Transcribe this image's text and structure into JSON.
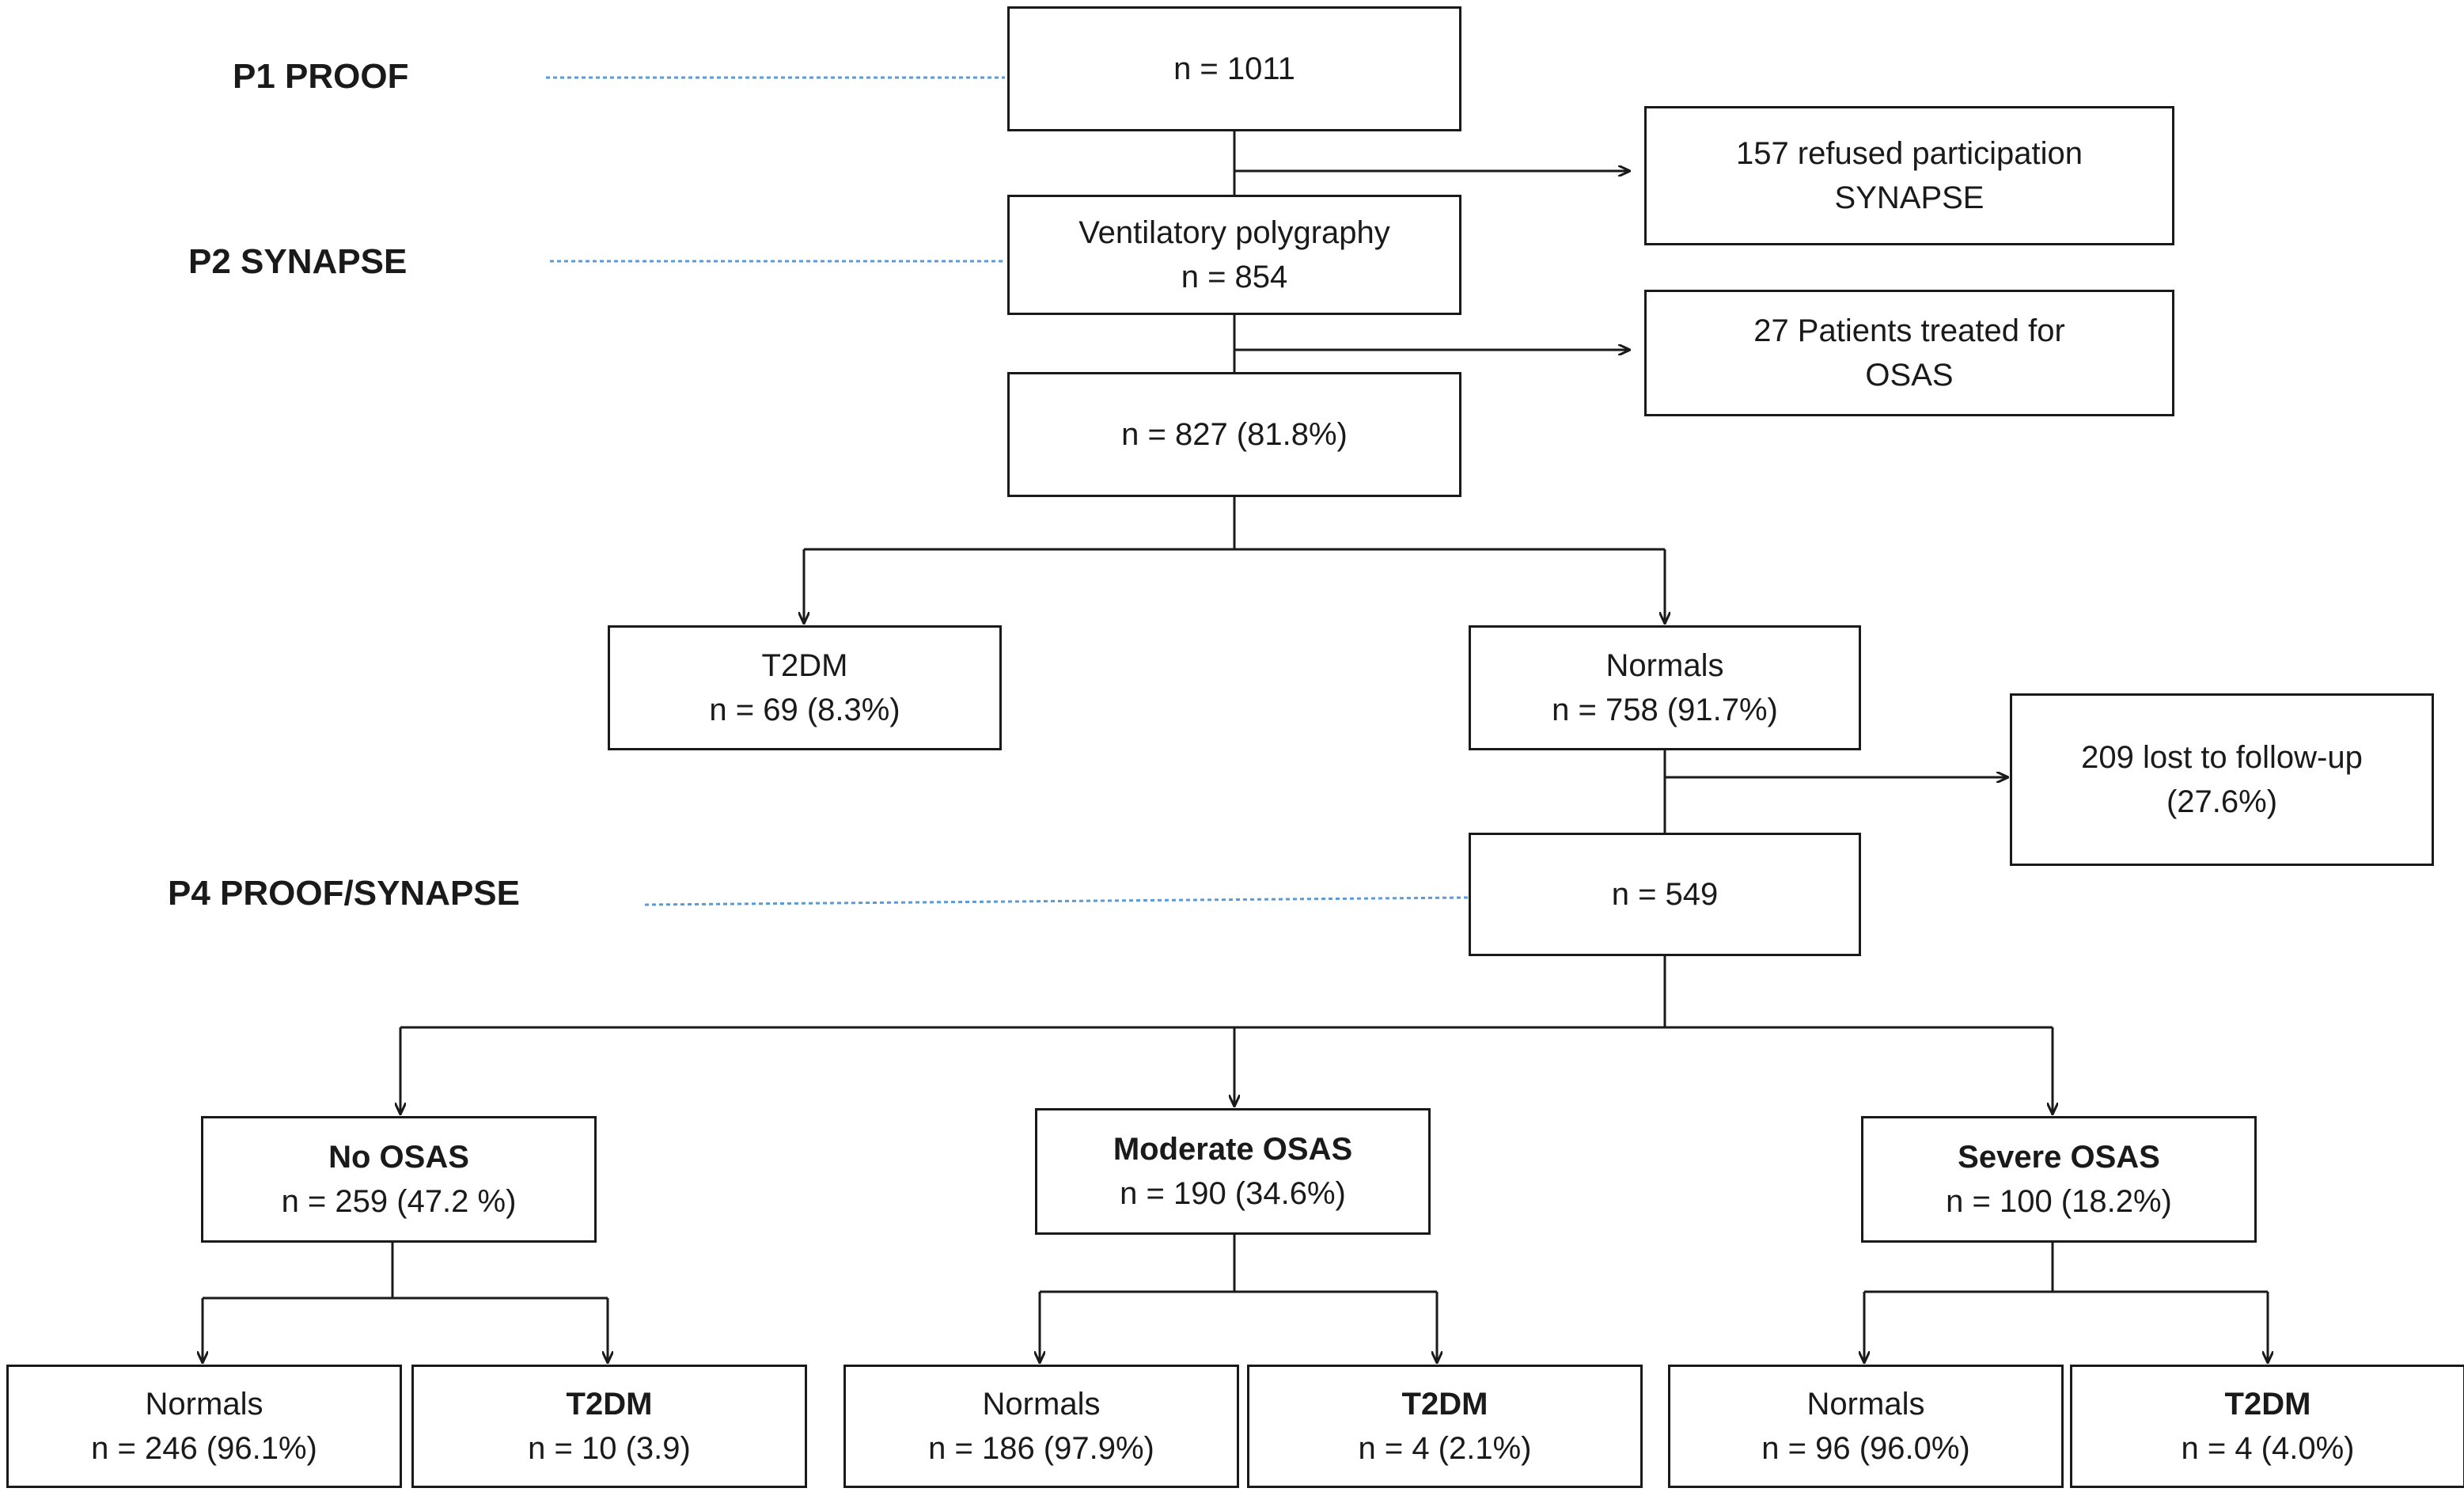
{
  "phases": {
    "p1": "P1 PROOF",
    "p2": "P2 SYNAPSE",
    "p4": "P4 PROOF/SYNAPSE"
  },
  "boxes": {
    "start": {
      "line1": "n = 1011"
    },
    "refused": {
      "line1": "157 refused participation",
      "line2": "SYNAPSE"
    },
    "polygraphy": {
      "line1": "Ventilatory polygraphy",
      "line2": "n = 854"
    },
    "treated": {
      "line1": "27 Patients treated for",
      "line2": "OSAS"
    },
    "included": {
      "line1": "n = 827 (81.8%)"
    },
    "t2dm_baseline": {
      "line1": "T2DM",
      "line2": "n = 69 (8.3%)"
    },
    "normals_baseline": {
      "line1": "Normals",
      "line2": "n = 758 (91.7%)"
    },
    "lost": {
      "line1": "209 lost to follow-up",
      "line2": "(27.6%)"
    },
    "followup": {
      "line1": "n = 549"
    },
    "no_osas": {
      "line1": "No OSAS",
      "line2": "n = 259 (47.2 %)"
    },
    "moderate_osas": {
      "line1": "Moderate OSAS",
      "line2": "n = 190 (34.6%)"
    },
    "severe_osas": {
      "line1": "Severe OSAS",
      "line2": "n = 100 (18.2%)"
    },
    "no_osas_normals": {
      "line1": "Normals",
      "line2": "n = 246 (96.1%)"
    },
    "no_osas_t2dm": {
      "line1": "T2DM",
      "line2": "n = 10 (3.9)"
    },
    "moderate_normals": {
      "line1": "Normals",
      "line2": "n = 186 (97.9%)"
    },
    "moderate_t2dm": {
      "line1": "T2DM",
      "line2": "n = 4 (2.1%)"
    },
    "severe_normals": {
      "line1": "Normals",
      "line2": "n = 96 (96.0%)"
    },
    "severe_t2dm": {
      "line1": "T2DM",
      "line2": "n = 4 (4.0%)"
    }
  },
  "colors": {
    "line": "#1a1a1a",
    "dashed_connector": "#5b9bd5"
  }
}
